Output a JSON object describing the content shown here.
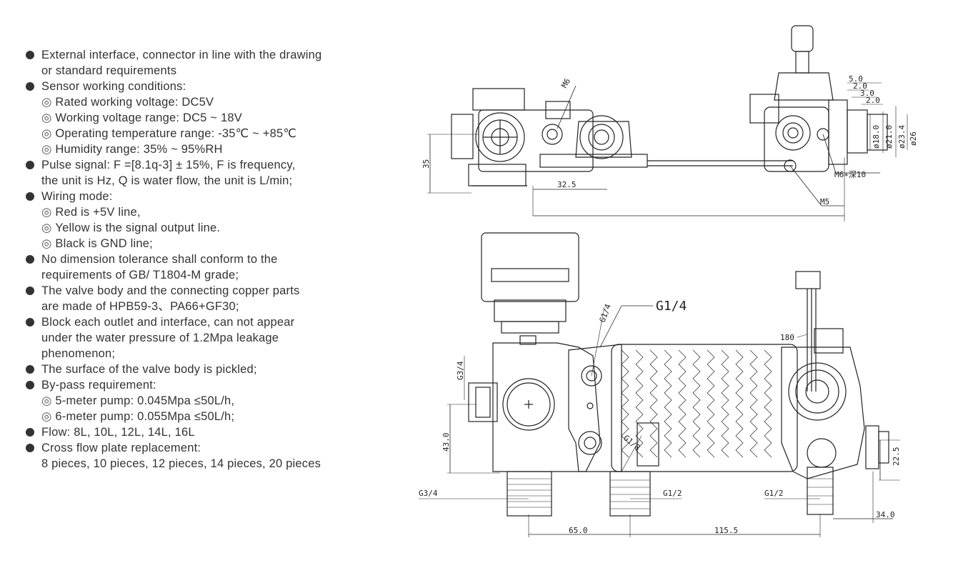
{
  "specs": [
    {
      "lines": [
        "External interface, connector in line with the drawing",
        "or standard requirements"
      ],
      "subs": []
    },
    {
      "lines": [
        "Sensor working conditions:"
      ],
      "subs": [
        "Rated working voltage: DC5V",
        "Working voltage range: DC5 ~ 18V",
        "Operating temperature range: -35℃ ~ +85℃",
        "Humidity range: 35% ~ 95%RH"
      ]
    },
    {
      "lines": [
        "Pulse signal: F =[8.1q-3] ± 15%, F is frequency,",
        "the unit is Hz, Q is water flow, the unit is L/min;"
      ],
      "subs": []
    },
    {
      "lines": [
        "Wiring mode:"
      ],
      "subs": [
        "Red is +5V line,",
        "Yellow is the signal output line.",
        "Black is GND line;"
      ]
    },
    {
      "lines": [
        "No dimension tolerance shall conform to the",
        "requirements of GB/ T1804-M grade;"
      ],
      "subs": []
    },
    {
      "lines": [
        "The valve body and the connecting copper parts",
        "are made of HPB59-3、PA66+GF30;"
      ],
      "subs": []
    },
    {
      "lines": [
        "Block each outlet and interface, can not appear",
        "under the water pressure of 1.2Mpa leakage",
        "phenomenon;"
      ],
      "subs": []
    },
    {
      "lines": [
        "The surface of the valve body is pickled;"
      ],
      "subs": []
    },
    {
      "lines": [
        "By-pass requirement:"
      ],
      "subs": [
        "5-meter pump: 0.045Mpa ≤50L/h,",
        "6-meter pump: 0.055Mpa ≤50L/h;"
      ]
    },
    {
      "lines": [
        "Flow: 8L, 10L, 12L, 14L, 16L"
      ],
      "subs": []
    },
    {
      "lines": [
        "Cross flow plate replacement:",
        "8 pieces, 10 pieces, 12 pieces, 14 pieces, 20 pieces"
      ],
      "subs": []
    }
  ],
  "top_view": {
    "dim_35": "35",
    "dim_32_5": "32.5",
    "label_m6": "M6",
    "label_m5": "M5",
    "label_m6_deep": "M6∗深10",
    "dim_5_0": "5.0",
    "dim_2_0": "2.0",
    "dim_3_0": "3.0",
    "dim_2_0b": "2.0",
    "dim_d18": "ø18.0",
    "dim_d21": "ø21.0",
    "dim_d23_4": "ø23.4",
    "dim_d26": "ø26"
  },
  "front_view": {
    "label_g1_4_big": "G1/4",
    "label_g1_4_small": "G1/4",
    "label_g3_4_side": "G3/4",
    "label_g3_4_bottom": "G3/4",
    "label_g1_2_mid": "G1/2",
    "label_g1_2_right": "G1/2",
    "label_g1_8": "G1/8",
    "label_180": "180",
    "dim_43": "43.0",
    "dim_22_5": "22.5",
    "dim_34": "34.0",
    "dim_65": "65.0",
    "dim_115_5": "115.5"
  }
}
